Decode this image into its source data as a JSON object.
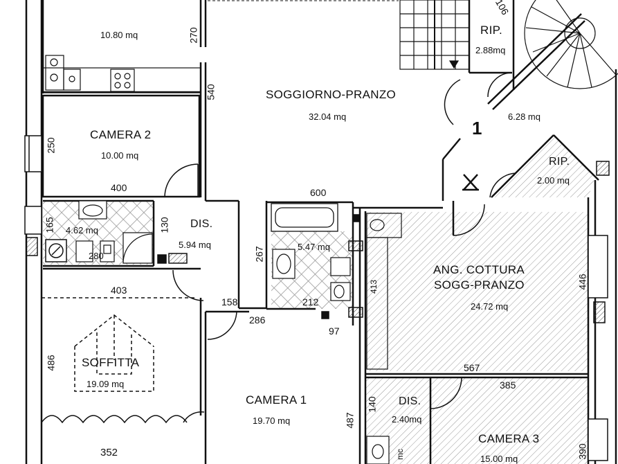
{
  "rooms": [
    {
      "key": "kitchen_top",
      "area": "10.80 mq"
    },
    {
      "key": "camera2",
      "name": "CAMERA 2",
      "area": "10.00 mq"
    },
    {
      "key": "soggiorno",
      "name": "SOGGIORNO-PRANZO",
      "area": "32.04 mq"
    },
    {
      "key": "rip1",
      "name": "RIP.",
      "area": "2.88mq"
    },
    {
      "key": "stair_area",
      "area": "6.28 mq"
    },
    {
      "key": "rip2",
      "name": "RIP.",
      "area": "2.00 mq"
    },
    {
      "key": "bath1",
      "area": "4.62 mq"
    },
    {
      "key": "dis1",
      "name": "DIS.",
      "area": "5.94 mq"
    },
    {
      "key": "bath2",
      "area": "5.47 mq"
    },
    {
      "key": "ang_cottura",
      "name_line1": "ANG. COTTURA",
      "name_line2": "SOGG-PRANZO",
      "area": "24.72 mq"
    },
    {
      "key": "soffitta",
      "name": "SOFFITTA",
      "area": "19.09 mq"
    },
    {
      "key": "camera1",
      "name": "CAMERA 1",
      "area": "19.70 mq"
    },
    {
      "key": "dis2",
      "name": "DIS.",
      "area": "2.40mq"
    },
    {
      "key": "camera3",
      "name": "CAMERA 3",
      "area": "15.00 mq"
    }
  ],
  "dimensions": {
    "d270": "270",
    "d540": "540",
    "d250": "250",
    "d400": "400",
    "d600": "600",
    "d165": "165",
    "d130": "130",
    "d280": "280",
    "d267": "267",
    "d413": "413",
    "d446": "446",
    "d403": "403",
    "d158": "158",
    "d212": "212",
    "d286": "286",
    "d97": "97",
    "d486": "486",
    "d567": "567",
    "d385": "385",
    "d140": "140",
    "d487": "487",
    "d390": "390",
    "d352": "352",
    "d106": "106"
  },
  "marks": {
    "unit_number": "1",
    "small_mc": "mc"
  },
  "colors": {
    "wall": "#111111",
    "hatch": "#8a8a8a",
    "background": "#ffffff"
  },
  "icons": [
    "sink-icon",
    "toilet-icon",
    "bidet-icon",
    "bathtub-icon",
    "shower-icon",
    "washing-machine-icon",
    "stove-icon",
    "spiral-staircase-icon",
    "straight-staircase-icon",
    "door-swing-icon",
    "chimney-flue-icon"
  ]
}
